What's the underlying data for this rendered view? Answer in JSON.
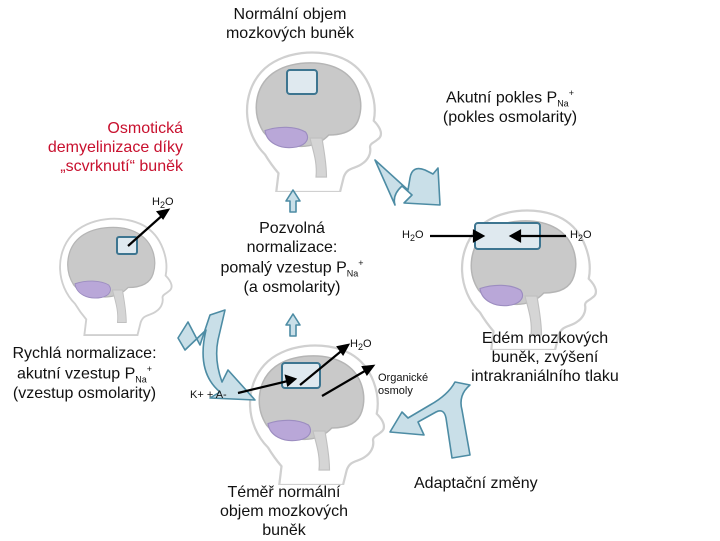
{
  "labels": {
    "top": [
      "Normální objem",
      "mozkových buněk"
    ],
    "acute_drop": {
      "pre": "Akutní pokles P",
      "sub": "Na",
      "sup": "+",
      "line2": "(pokles osmolarity)"
    },
    "osmotic": [
      "Osmotická",
      "demyelinizace díky",
      "„scvrknutí“ buněk"
    ],
    "h2o_left": {
      "base": "H",
      "sub": "2",
      "rest": "O"
    },
    "slow": {
      "line1": "Pozvolná",
      "line2": "normalizace:",
      "line3_pre": "pomalý vzestup P",
      "line3_sub": "Na",
      "line3_sup": "+",
      "line4": "(a osmolarity)"
    },
    "h2o_right_a": {
      "base": "H",
      "sub": "2",
      "rest": "O"
    },
    "h2o_right_b": {
      "base": "H",
      "sub": "2",
      "rest": "O"
    },
    "h2o_bottom": {
      "base": "H",
      "sub": "2",
      "rest": "O"
    },
    "rapid": {
      "line1": "Rychlá normalizace:",
      "line2_pre": "akutní vzestup P",
      "line2_sub": "Na",
      "line2_sup": "+",
      "line3": "(vzestup osmolarity)"
    },
    "ions": "K+ + A-",
    "organic": [
      "Organické",
      "osmoly"
    ],
    "edema": [
      "Edém mozkových",
      "buněk, zvýšení",
      "intrakraniálního tlaku"
    ],
    "adapt": "Adaptační změny",
    "near_normal": [
      "Téměř normální",
      "objem mozkových",
      "buněk"
    ]
  },
  "colors": {
    "brain": "#c9c9c9",
    "brain_stroke": "#a9a9a9",
    "cerebellum": "#b9a7d8",
    "arrow_fill": "#c9dfe8",
    "arrow_stroke": "#4d8ca4",
    "red": "#c8102e",
    "ventricle_fill": "#dfe9ef",
    "ventricle_stroke": "#3d7590"
  },
  "icons": [
    "head-silhouette",
    "thick-curved-arrow",
    "up-arrow",
    "water-arrow"
  ]
}
